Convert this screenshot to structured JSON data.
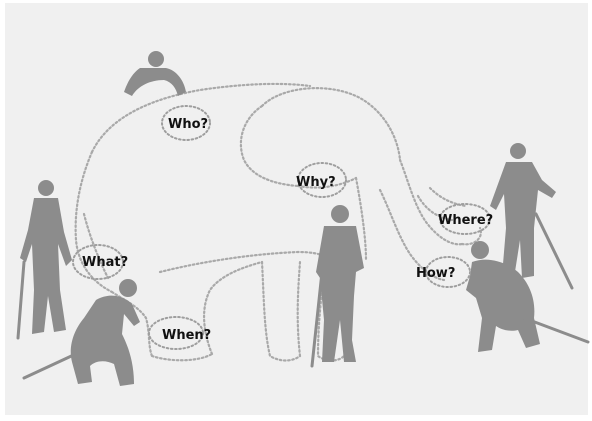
{
  "labels": {
    "who": "Who?",
    "why": "Why?",
    "what": "What?",
    "when": "When?",
    "where": "Where?",
    "how": "How?"
  },
  "colors": {
    "background": "#f0f0f0",
    "figure": "#8c8c8c",
    "outline": "#a9a9a9",
    "text": "#111111"
  }
}
